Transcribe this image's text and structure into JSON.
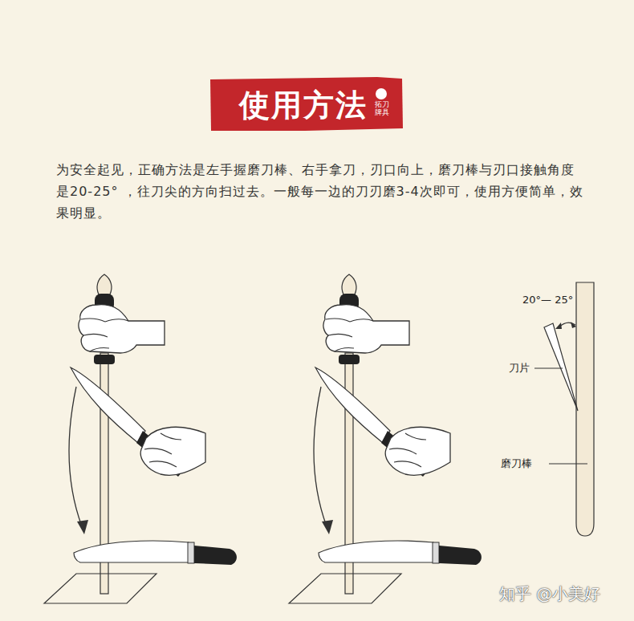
{
  "diagram": {
    "title": "使用方法",
    "labels": [
      "拓刀牌具",
      "为安全起见，正确方法是左手握磨刀棒、右手拿刀，刃口向上，磨刀棒与刃口接触角度是20-25° ，往刀尖的方向扫过去。一般每一边的刀刃磨3-4次即可，使用方便简单，效果明显。",
      "20°— 25°",
      "刀片",
      "磨刀棒",
      "知乎 @小美好"
    ]
  }
}
